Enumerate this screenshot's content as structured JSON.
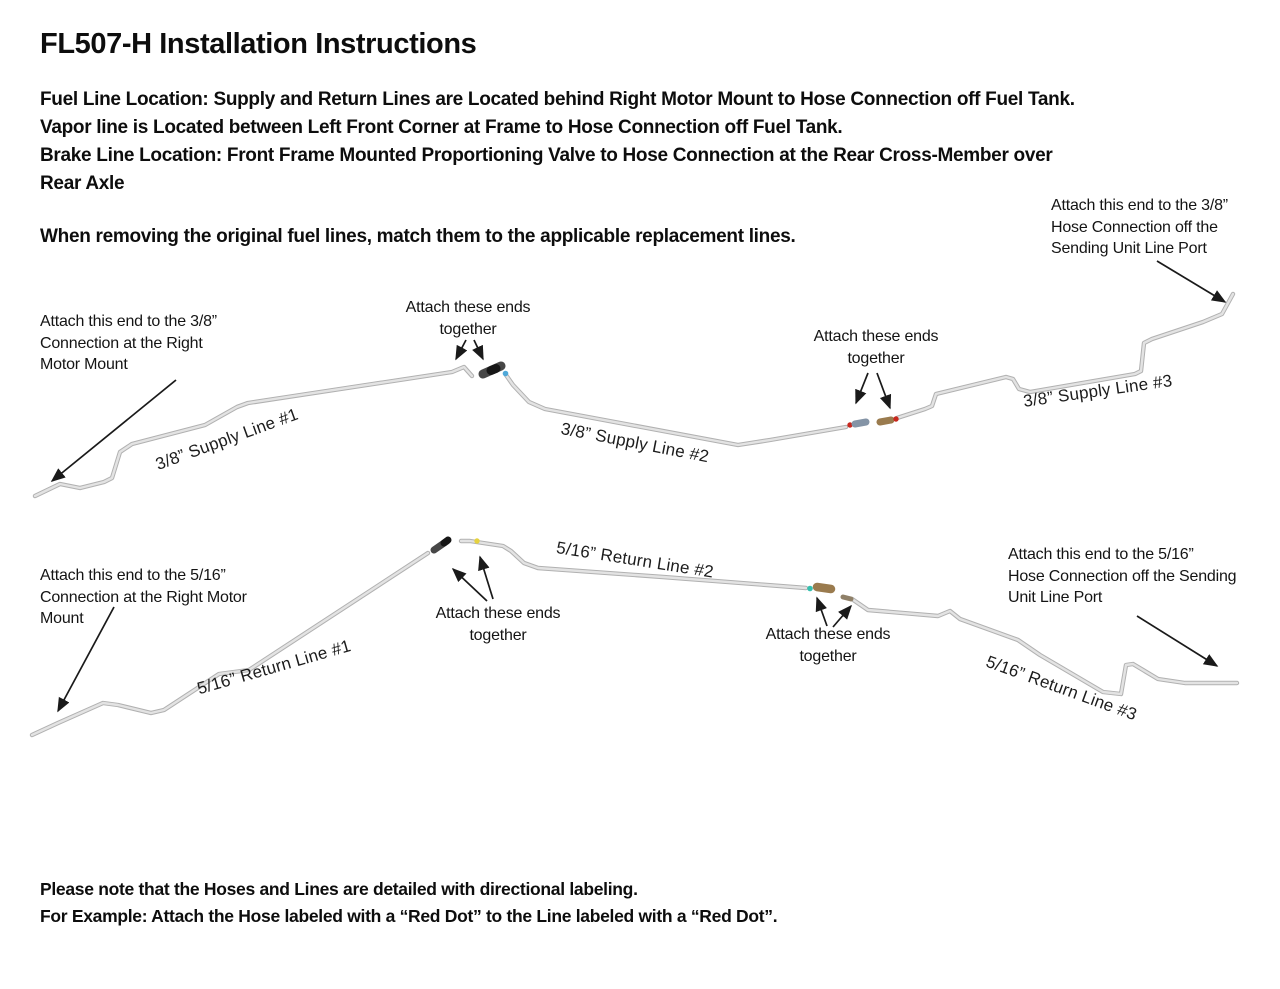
{
  "header": {
    "title": "FL507-H Installation Instructions",
    "location_note": "Fuel Line Location:  Supply and Return Lines are Located behind Right Motor Mount to Hose Connection off Fuel Tank.\nVapor line is Located between Left Front Corner at Frame to Hose Connection off Fuel Tank.\nBrake Line Location: Front Frame Mounted Proportioning Valve to Hose Connection at the Rear Cross-Member over\nRear Axle",
    "matching_note": "When removing the original fuel lines, match them to the applicable replacement lines."
  },
  "supply_diagram": {
    "line1_label": "3/8” Supply Line #1",
    "line2_label": "3/8” Supply Line #2",
    "line3_label": "3/8” Supply Line #3",
    "annotations": {
      "left_end": "Attach this end to the 3/8”\nConnection at the Right\nMotor Mount",
      "join1": "Attach these ends\ntogether",
      "join2": "Attach these ends\ntogether",
      "right_end": "Attach this end to the 3/8”\nHose Connection off the\nSending Unit Line Port"
    }
  },
  "return_diagram": {
    "line1_label": "5/16” Return Line #1",
    "line2_label": "5/16” Return Line #2",
    "line3_label": "5/16” Return Line #3",
    "annotations": {
      "left_end": "Attach this end to the 5/16”\nConnection at the Right Motor\nMount",
      "join1": "Attach these ends\ntogether",
      "join2": "Attach these ends\ntogether",
      "right_end": "Attach this end to the 5/16”\nHose Connection off the Sending\nUnit Line Port"
    }
  },
  "footer": {
    "note": "Please note that the Hoses and Lines are detailed with directional labeling.\nFor Example: Attach the Hose labeled with a “Red Dot” to the Line labeled with a “Red Dot”."
  },
  "colors": {
    "dot_red": "#c8281e",
    "dot_blue": "#4fa8d8",
    "dot_yellow": "#e6d23e",
    "dot_teal": "#35bfae",
    "fitting_dark": "#474747",
    "fitting_steel": "#8494a6",
    "fitting_brass": "#9a7b4e",
    "fitting_small": "#8f8068"
  }
}
